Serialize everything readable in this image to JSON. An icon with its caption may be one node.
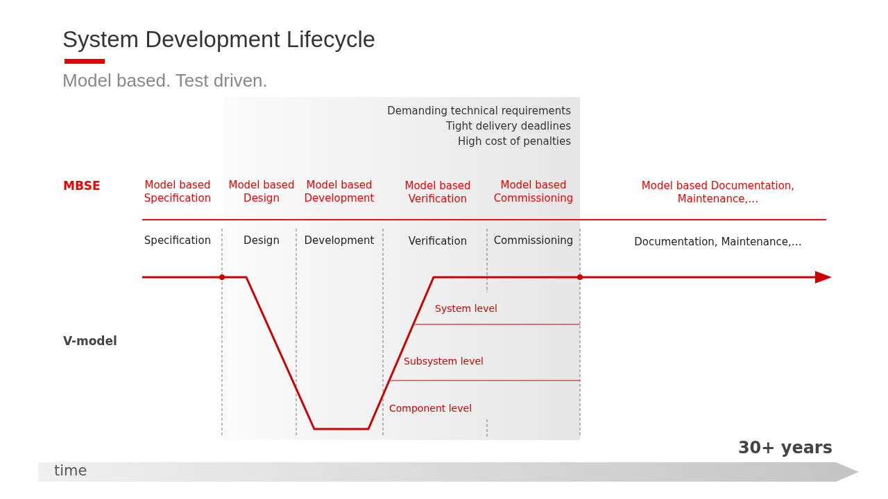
{
  "diagram": {
    "title": "System Development Lifecycle",
    "labels": [
      "Model based. Test driven.",
      "Demanding technical requirements",
      "Tight delivery deadlines",
      "High cost of penalties",
      "MBSE",
      "Model based Specification",
      "Model based Design",
      "Model based Development",
      "Model based Verification",
      "Model based Commissioning",
      "Model based Documentation, Maintenance,…",
      "Specification",
      "Design",
      "Development",
      "Verification",
      "Commissioning",
      "Documentation, Maintenance,…",
      "V-model",
      "System level",
      "Subsystem level",
      "Component level",
      "30+ years",
      "time"
    ]
  }
}
